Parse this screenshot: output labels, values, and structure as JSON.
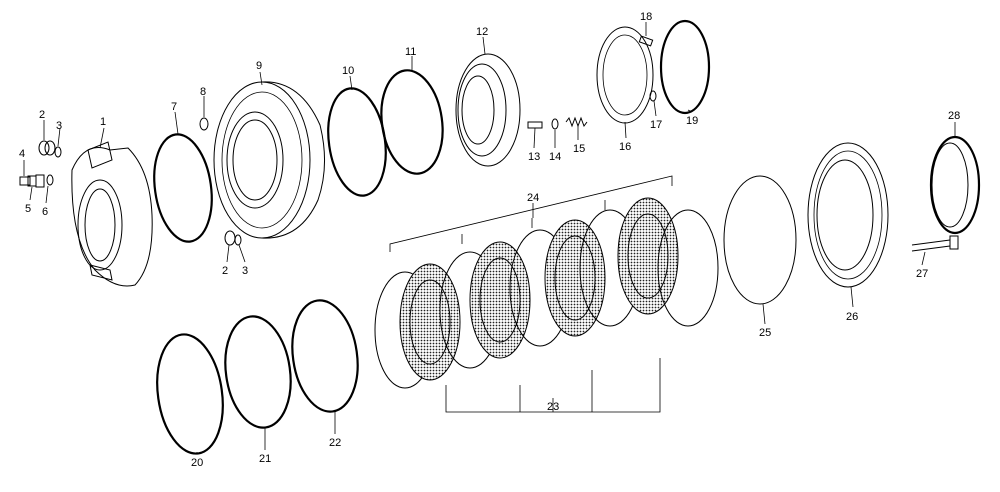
{
  "diagram": {
    "callouts": [
      {
        "id": "c1",
        "text": "1"
      },
      {
        "id": "c2a",
        "text": "2"
      },
      {
        "id": "c3a",
        "text": "3"
      },
      {
        "id": "c4",
        "text": "4"
      },
      {
        "id": "c5",
        "text": "5"
      },
      {
        "id": "c6",
        "text": "6"
      },
      {
        "id": "c7",
        "text": "7"
      },
      {
        "id": "c8",
        "text": "8"
      },
      {
        "id": "c9",
        "text": "9"
      },
      {
        "id": "c2b",
        "text": "2"
      },
      {
        "id": "c3b",
        "text": "3"
      },
      {
        "id": "c10",
        "text": "10"
      },
      {
        "id": "c11",
        "text": "11"
      },
      {
        "id": "c12",
        "text": "12"
      },
      {
        "id": "c13",
        "text": "13"
      },
      {
        "id": "c14",
        "text": "14"
      },
      {
        "id": "c15",
        "text": "15"
      },
      {
        "id": "c16",
        "text": "16"
      },
      {
        "id": "c17",
        "text": "17"
      },
      {
        "id": "c18",
        "text": "18"
      },
      {
        "id": "c19",
        "text": "19"
      },
      {
        "id": "c20",
        "text": "20"
      },
      {
        "id": "c21",
        "text": "21"
      },
      {
        "id": "c22",
        "text": "22"
      },
      {
        "id": "c23",
        "text": "23"
      },
      {
        "id": "c24",
        "text": "24"
      },
      {
        "id": "c25",
        "text": "25"
      },
      {
        "id": "c26",
        "text": "26"
      },
      {
        "id": "c27",
        "text": "27"
      },
      {
        "id": "c28",
        "text": "28"
      }
    ]
  }
}
